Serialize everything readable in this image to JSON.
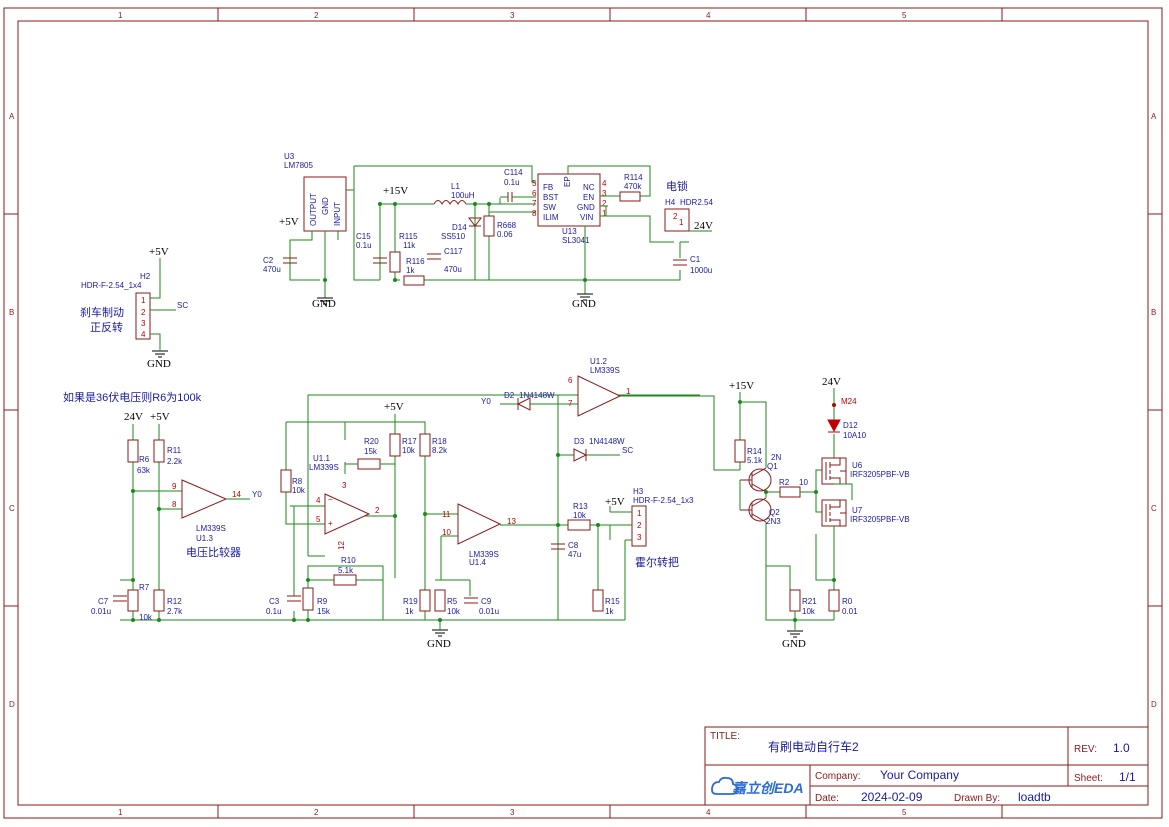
{
  "frame": {
    "col_labels": [
      "1",
      "2",
      "3",
      "4",
      "5"
    ],
    "row_labels": [
      "A",
      "B",
      "C",
      "D"
    ]
  },
  "title_block": {
    "title_label": "TITLE:",
    "title_value": "有刷电动自行车2",
    "rev_label": "REV:",
    "rev_value": "1.0",
    "company_label": "Company:",
    "company_value": "Your Company",
    "sheet_label": "Sheet:",
    "sheet_value": "1/1",
    "date_label": "Date:",
    "date_value": "2024-02-09",
    "drawn_label": "Drawn By:",
    "drawn_value": "loadtb",
    "logo_text": "嘉立创EDA"
  },
  "nets": {
    "gnd": "GND",
    "p5v": "+5V",
    "p15v": "+15V",
    "p24v": "24V",
    "y0": "Y0",
    "sc": "SC",
    "m24": "M24"
  },
  "notes": {
    "brake": "刹车制动",
    "reverse": "正反转",
    "lock": "电锁",
    "comparator": "电压比较器",
    "hall": "霍尔转把",
    "hint36v": "如果是36伏电压则R6为100k"
  },
  "parts": {
    "U3": {
      "ref": "U3",
      "val": "LM7805",
      "p1": "OUTPUT",
      "p2": "GND",
      "p3": "INPUT"
    },
    "C2": {
      "ref": "C2",
      "val": "470u"
    },
    "C15": {
      "ref": "C15",
      "val": "0.1u"
    },
    "R115": {
      "ref": "R115",
      "val": "11k"
    },
    "R116": {
      "ref": "R116",
      "val": "1k"
    },
    "L1": {
      "ref": "L1",
      "val": "100uH"
    },
    "D14": {
      "ref": "D14",
      "val": "SS510"
    },
    "C117": {
      "ref": "C117",
      "val": "470u"
    },
    "C114": {
      "ref": "C114",
      "val": "0.1u"
    },
    "R668": {
      "ref": "R668",
      "val": "0.06"
    },
    "U13": {
      "ref": "U13",
      "val": "SL3041",
      "pins": [
        "FB",
        "BST",
        "SW",
        "ILIM",
        "NC",
        "EN",
        "GND",
        "VIN",
        "EP"
      ]
    },
    "R114": {
      "ref": "R114",
      "val": "470k"
    },
    "H4": {
      "ref": "H4",
      "val": "HDR2.54"
    },
    "C1": {
      "ref": "C1",
      "val": "1000u"
    },
    "H2": {
      "ref": "H2",
      "val": "HDR-F-2.54_1x4"
    },
    "U1_1": {
      "ref": "U1.1",
      "val": "LM339S"
    },
    "U1_2": {
      "ref": "U1.2",
      "val": "LM339S"
    },
    "U1_3": {
      "ref": "U1.3",
      "val": "LM339S"
    },
    "U1_4": {
      "ref": "U1.4",
      "val": "LM339S"
    },
    "D2": {
      "ref": "D2",
      "val": "1N4148W"
    },
    "D3": {
      "ref": "D3",
      "val": "1N4148W"
    },
    "R6": {
      "ref": "R6",
      "val": "63k"
    },
    "R11": {
      "ref": "R11",
      "val": "2.2k"
    },
    "C7": {
      "ref": "C7",
      "val": "0.01u"
    },
    "R7": {
      "ref": "R7",
      "val": "10k"
    },
    "R12": {
      "ref": "R12",
      "val": "2.7k"
    },
    "R8": {
      "ref": "R8",
      "val": "10k"
    },
    "R20": {
      "ref": "R20",
      "val": "15k"
    },
    "R17": {
      "ref": "R17",
      "val": "10k"
    },
    "R18": {
      "ref": "R18",
      "val": "8.2k"
    },
    "R10": {
      "ref": "R10",
      "val": "5.1k"
    },
    "C3": {
      "ref": "C3",
      "val": "0.1u"
    },
    "R9": {
      "ref": "R9",
      "val": "15k"
    },
    "R19": {
      "ref": "R19",
      "val": "1k"
    },
    "R5": {
      "ref": "R5",
      "val": "10k"
    },
    "C9": {
      "ref": "C9",
      "val": "0.01u"
    },
    "R13": {
      "ref": "R13",
      "val": "10k"
    },
    "C8": {
      "ref": "C8",
      "val": "47u"
    },
    "R15": {
      "ref": "R15",
      "val": "1k"
    },
    "H3": {
      "ref": "H3",
      "val": "HDR-F-2.54_1x3"
    },
    "R14": {
      "ref": "R14",
      "val": "5.1k"
    },
    "Q1": {
      "ref": "Q1",
      "val": "2N"
    },
    "Q2": {
      "ref": "Q2",
      "val": "2N3"
    },
    "R2": {
      "ref": "R2",
      "val": "10"
    },
    "R21": {
      "ref": "R21",
      "val": "10k"
    },
    "D12": {
      "ref": "D12",
      "val": "10A10"
    },
    "U6": {
      "ref": "U6",
      "val": "IRF3205PBF-VB"
    },
    "U7": {
      "ref": "U7",
      "val": "IRF3205PBF-VB"
    },
    "R0": {
      "ref": "R0",
      "val": "0.01"
    }
  },
  "pin_numbers": {
    "u13_l": [
      "5",
      "6",
      "7",
      "8"
    ],
    "u13_r": [
      "4",
      "3",
      "2",
      "1"
    ],
    "h2": [
      "1",
      "2",
      "3",
      "4"
    ],
    "h3": [
      "1",
      "2",
      "3"
    ],
    "h4": [
      "1",
      "2"
    ],
    "u11": [
      "4",
      "5",
      "2",
      "3",
      "12"
    ],
    "u12": [
      "6",
      "7",
      "1"
    ],
    "u13op": [
      "9",
      "8",
      "14"
    ],
    "u14": [
      "11",
      "10",
      "13"
    ]
  },
  "colors": {
    "wire": "#1a8a1a",
    "part": "#8b1a1a",
    "label": "#1a1aa0",
    "pin": "#c00000"
  }
}
